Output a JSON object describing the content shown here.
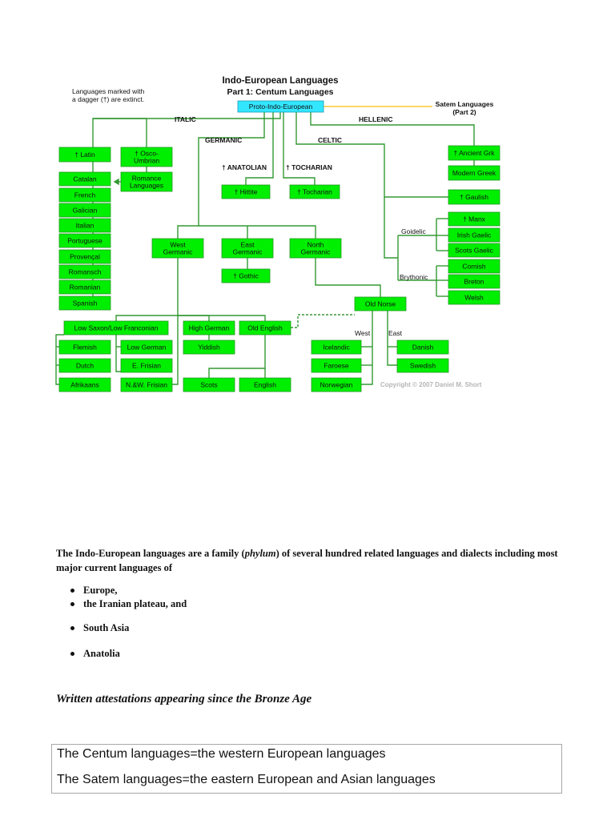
{
  "diagram": {
    "title": "Indo-European Languages",
    "subtitle": "Part 1: Centum Languages",
    "note_line1": "Languages marked with",
    "note_line2": "a dagger (†) are extinct.",
    "satem_line1": "Satem Languages",
    "satem_line2": "(Part 2)",
    "copyright": "Copyright © 2007 Daniel M. Short",
    "root": "Proto-Indo-European",
    "branch_labels": {
      "italic": "ITALIC",
      "hellenic": "HELLENIC",
      "germanic": "GERMANIC",
      "celtic": "CELTIC",
      "anatolian": "† ANATOLIAN",
      "tocharian": "† TOCHARIAN",
      "goidelic": "Goidelic",
      "brythonic": "Brythonic",
      "west": "West",
      "east": "East"
    },
    "nodes": [
      {
        "id": "latin",
        "lines": [
          "† Latin"
        ]
      },
      {
        "id": "osco",
        "lines": [
          "† Osco-",
          "Umbrian"
        ]
      },
      {
        "id": "romance",
        "lines": [
          "Romance",
          "Languages"
        ]
      },
      {
        "id": "catalan",
        "lines": [
          "Catalan"
        ]
      },
      {
        "id": "french",
        "lines": [
          "French"
        ]
      },
      {
        "id": "galician",
        "lines": [
          "Galician"
        ]
      },
      {
        "id": "italian",
        "lines": [
          "Italian"
        ]
      },
      {
        "id": "portuguese",
        "lines": [
          "Portuguese"
        ]
      },
      {
        "id": "provencal",
        "lines": [
          "Provençal"
        ]
      },
      {
        "id": "romansch",
        "lines": [
          "Romansch"
        ]
      },
      {
        "id": "romanian",
        "lines": [
          "Romanian"
        ]
      },
      {
        "id": "spanish",
        "lines": [
          "Spanish"
        ]
      },
      {
        "id": "hittite",
        "lines": [
          "† Hittite"
        ]
      },
      {
        "id": "tocharian",
        "lines": [
          "† Tocharian"
        ]
      },
      {
        "id": "ancientgrk",
        "lines": [
          "† Ancient Grk"
        ]
      },
      {
        "id": "moderngreek",
        "lines": [
          "Modern Greek"
        ]
      },
      {
        "id": "gaulish",
        "lines": [
          "† Gaulish"
        ]
      },
      {
        "id": "manx",
        "lines": [
          "† Manx"
        ]
      },
      {
        "id": "irish",
        "lines": [
          "Irish Gaelic"
        ]
      },
      {
        "id": "scotsgaelic",
        "lines": [
          "Scots Gaelic"
        ]
      },
      {
        "id": "cornish",
        "lines": [
          "Cornish"
        ]
      },
      {
        "id": "breton",
        "lines": [
          "Breton"
        ]
      },
      {
        "id": "welsh",
        "lines": [
          "Welsh"
        ]
      },
      {
        "id": "westgerm",
        "lines": [
          "West",
          "Germanic"
        ]
      },
      {
        "id": "eastgerm",
        "lines": [
          "East",
          "Germanic"
        ]
      },
      {
        "id": "northgerm",
        "lines": [
          "North",
          "Germanic"
        ]
      },
      {
        "id": "gothic",
        "lines": [
          "† Gothic"
        ]
      },
      {
        "id": "oldnorse",
        "lines": [
          "Old Norse"
        ]
      },
      {
        "id": "lowsaxon",
        "lines": [
          "Low Saxon/Low Franconian"
        ]
      },
      {
        "id": "highgerman",
        "lines": [
          "High German"
        ]
      },
      {
        "id": "oldenglish",
        "lines": [
          "Old English"
        ]
      },
      {
        "id": "flemish",
        "lines": [
          "Flemish"
        ]
      },
      {
        "id": "lowgerman",
        "lines": [
          "Low German"
        ]
      },
      {
        "id": "yiddish",
        "lines": [
          "Yiddish"
        ]
      },
      {
        "id": "dutch",
        "lines": [
          "Dutch"
        ]
      },
      {
        "id": "efrisian",
        "lines": [
          "E. Frisian"
        ]
      },
      {
        "id": "afrikaans",
        "lines": [
          "Afrikaans"
        ]
      },
      {
        "id": "nwfrisian",
        "lines": [
          "N.&W. Frisian"
        ]
      },
      {
        "id": "scots",
        "lines": [
          "Scots"
        ]
      },
      {
        "id": "english",
        "lines": [
          "English"
        ]
      },
      {
        "id": "icelandic",
        "lines": [
          "Icelandic"
        ]
      },
      {
        "id": "faroese",
        "lines": [
          "Faroese"
        ]
      },
      {
        "id": "norwegian",
        "lines": [
          "Norwegian"
        ]
      },
      {
        "id": "danish",
        "lines": [
          "Danish"
        ]
      },
      {
        "id": "swedish",
        "lines": [
          "Swedish"
        ]
      }
    ]
  },
  "text": {
    "para_part1": "The Indo-European languages are a family (",
    "para_italic": "phylum",
    "para_part2": ") of several hundred related languages and dialects including most major current languages of",
    "bullets": [
      "Europe,",
      "the Iranian plateau, and",
      "South Asia",
      "Anatolia"
    ],
    "attestation": "Written attestations appearing since the Bronze Age",
    "centum": "The Centum languages=the western European languages",
    "satem": "The Satem languages=the eastern European and Asian languages"
  },
  "colors": {
    "node_fill": "#00ee00",
    "root_fill": "#33e6ff",
    "line": "#339933",
    "satem_line": "#ffcc33"
  }
}
